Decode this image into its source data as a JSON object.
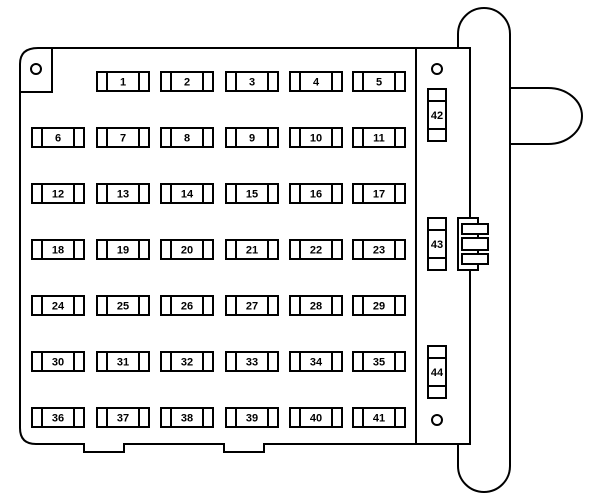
{
  "diagram": {
    "title": "",
    "colors": {
      "stroke": "#000000",
      "fill": "#ffffff",
      "text": "#000000"
    },
    "main_fuses": [
      {
        "label": "1"
      },
      {
        "label": "2"
      },
      {
        "label": "3"
      },
      {
        "label": "4"
      },
      {
        "label": "5"
      },
      {
        "label": "6"
      },
      {
        "label": "7"
      },
      {
        "label": "8"
      },
      {
        "label": "9"
      },
      {
        "label": "10"
      },
      {
        "label": "11"
      },
      {
        "label": "12"
      },
      {
        "label": "13"
      },
      {
        "label": "14"
      },
      {
        "label": "15"
      },
      {
        "label": "16"
      },
      {
        "label": "17"
      },
      {
        "label": "18"
      },
      {
        "label": "19"
      },
      {
        "label": "20"
      },
      {
        "label": "21"
      },
      {
        "label": "22"
      },
      {
        "label": "23"
      },
      {
        "label": "24"
      },
      {
        "label": "25"
      },
      {
        "label": "26"
      },
      {
        "label": "27"
      },
      {
        "label": "28"
      },
      {
        "label": "29"
      },
      {
        "label": "30"
      },
      {
        "label": "31"
      },
      {
        "label": "32"
      },
      {
        "label": "33"
      },
      {
        "label": "34"
      },
      {
        "label": "35"
      },
      {
        "label": "36"
      },
      {
        "label": "37"
      },
      {
        "label": "38"
      },
      {
        "label": "39"
      },
      {
        "label": "40"
      },
      {
        "label": "41"
      }
    ],
    "side_fuses": [
      {
        "label": "42"
      },
      {
        "label": "43"
      },
      {
        "label": "44"
      }
    ]
  }
}
